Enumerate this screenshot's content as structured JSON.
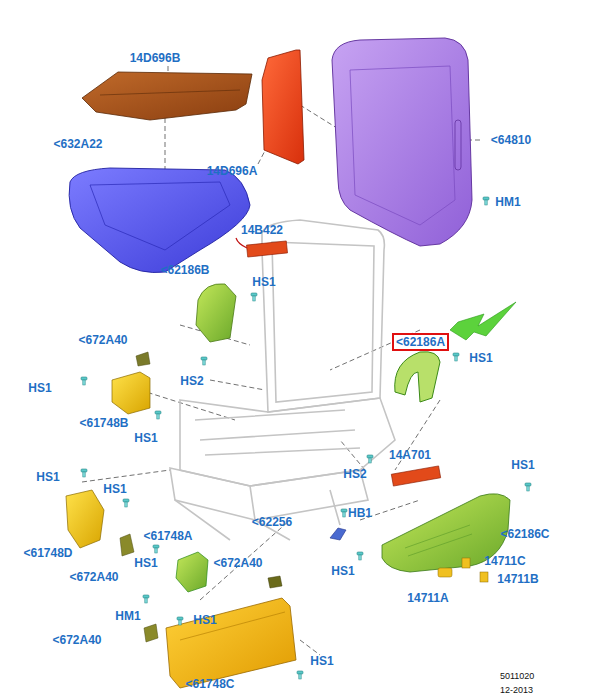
{
  "diagram": {
    "nodes": [
      {
        "text": [
          "<62186A"
        ]
      }
    ],
    "labels": [
      "14D696B",
      "<632A22",
      "14D696A",
      "<64810",
      "HM1",
      "14B422",
      "<62186B",
      "HS1",
      "<672A40",
      "HS1",
      "HS1",
      "HS2",
      "<61748B",
      "HS1",
      "HS2",
      "14A701",
      "HS1",
      "HS1",
      "HS1",
      "HB1",
      "<62256",
      "<61748D",
      "<62186C",
      "<61748A",
      "HS1",
      "HS1",
      "14711C",
      "<672A40",
      "<672A40",
      "14711B",
      "14711A",
      "HM1",
      "HS1",
      "<672A40",
      "<61748C",
      "HS1",
      "5011020",
      "12-2013"
    ]
  }
}
